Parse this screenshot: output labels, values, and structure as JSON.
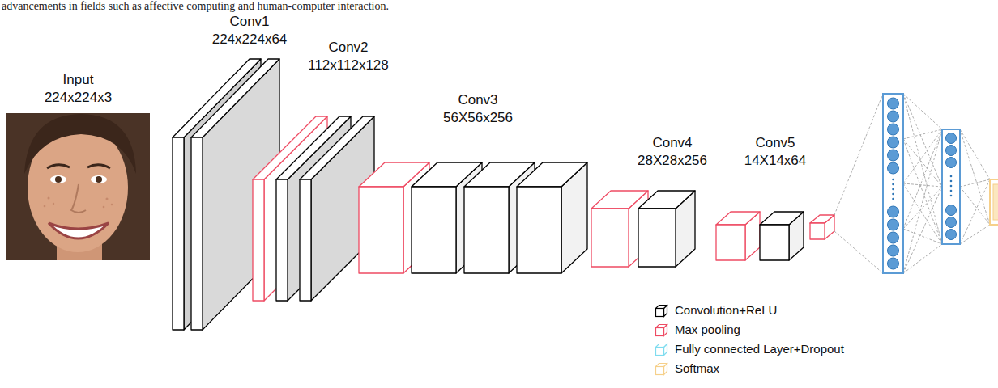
{
  "diagram": {
    "nodes": [
      {
        "text": [
          "Input",
          "224x224x3"
        ]
      },
      {
        "text": [
          "Conv1",
          "224x224x64"
        ]
      },
      {
        "text": [
          "Conv2",
          "112x112x128"
        ]
      },
      {
        "text": [
          "Conv3",
          "56X56x256"
        ]
      },
      {
        "text": [
          "Conv4",
          "28X28x256"
        ]
      },
      {
        "text": [
          "Conv5",
          "14X14x64"
        ]
      }
    ],
    "labels": [
      "advancements in fields such as affective computing and human-computer interaction."
    ],
    "legend": [
      {
        "text": "Convolution+ReLU",
        "color": "#000000"
      },
      {
        "text": "Max pooling",
        "color": "#ee4b63"
      },
      {
        "text": "Fully connected Layer+Dropout",
        "color": "#7fdcef"
      },
      {
        "text": "Softmax",
        "color": "#f6d08a"
      }
    ]
  }
}
